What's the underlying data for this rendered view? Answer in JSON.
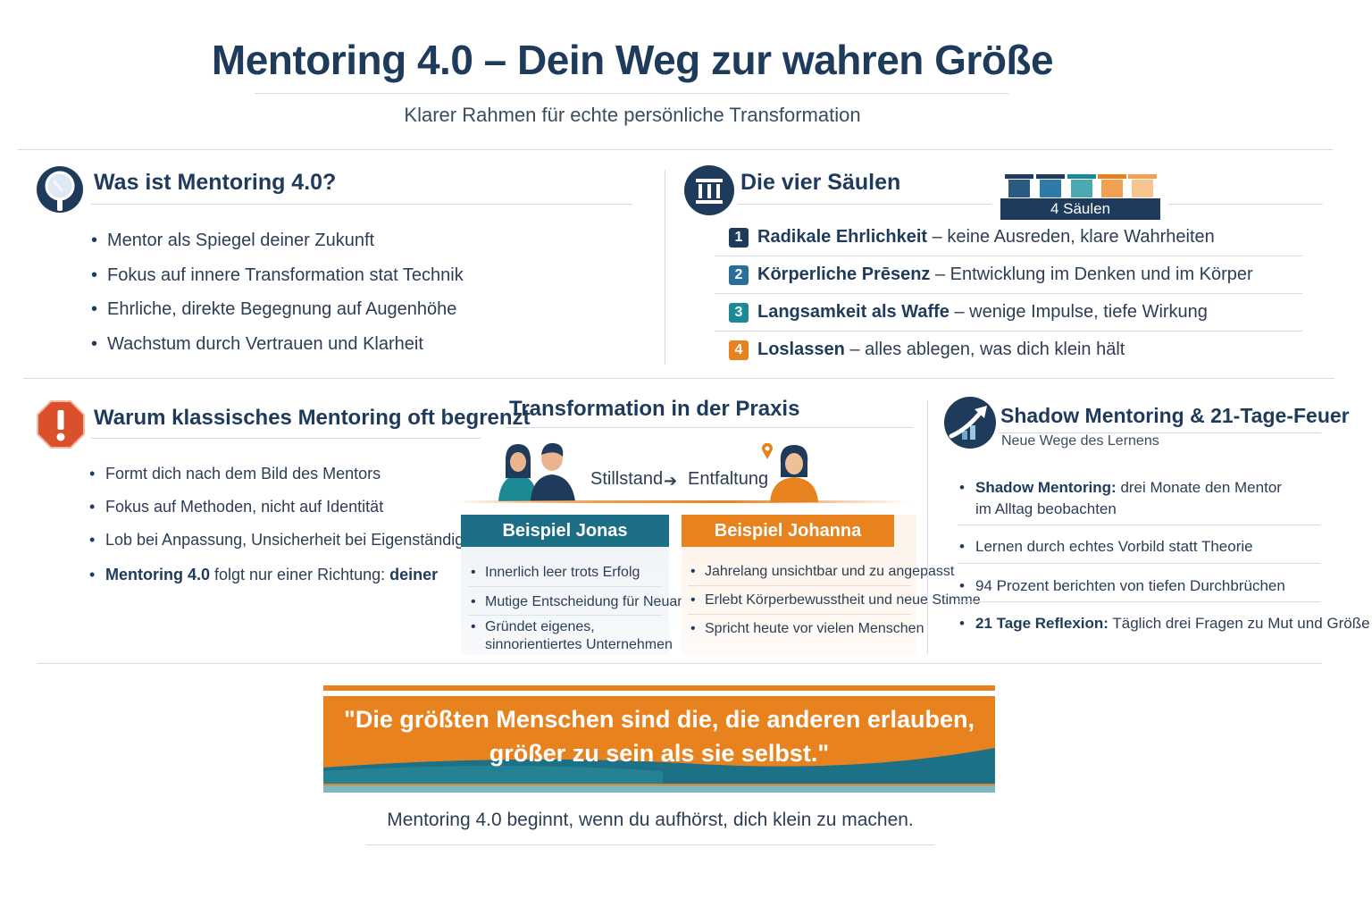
{
  "header": {
    "title": "Mentoring 4.0 – Dein Weg zur wahren Größe",
    "subtitle": "Klarer Rahmen für echte persönliche Transformation"
  },
  "what_is": {
    "title": "Was ist Mentoring 4.0?",
    "items": [
      "Mentor als Spiegel deiner Zukunft",
      "Fokus auf innere Transformation stat Technik",
      "Ehrliche, direkte Begegnung auf Augenhöhe",
      "Wachstum durch Vertrauen und Klarheit"
    ]
  },
  "pillars": {
    "title": "Die vier Säulen",
    "badge": "4 Säulen",
    "items": [
      {
        "num": "1",
        "bold": "Radikale Ehrlichkeit",
        "text": " – keine Ausreden, klare Wahrheiten",
        "color": "#1f3b5c"
      },
      {
        "num": "2",
        "bold": "Körperliche Prēsenz",
        "text": " – Entwicklung im Denken und im Körper",
        "color": "#2a6f9a"
      },
      {
        "num": "3",
        "bold": "Langsamkeit als Waffe",
        "text": " – wenige Impulse, tiefe Wirkung",
        "color": "#1c8a95"
      },
      {
        "num": "4",
        "bold": "Loslassen",
        "text": " – alles ablegen, was dich klein hält",
        "color": "#e8821e"
      }
    ]
  },
  "why": {
    "title": "Warum klassisches Mentoring oft begrenzt",
    "items": [
      "Formt dich nach dem Bild des Mentors",
      "Fokus auf Methoden, nicht auf Identität",
      "Lob bei Anpassung, Unsicherheit bei Eigenständigkeit"
    ],
    "last_bold1": "Mentoring 4.0",
    "last_text": " folgt nur einer Richtung: ",
    "last_bold2": "deiner"
  },
  "praxis": {
    "title": "Transformation in der Praxis",
    "from": "Stillstand",
    "to": "Entfaltung",
    "jonas": {
      "title": "Beispiel Jonas",
      "items": [
        "Innerlich leer trots Erfolg",
        "Mutige Entscheidung für Neuanfang"
      ],
      "item3_line1": "Gründet eigenes,",
      "item3_line2": "sinnorientiertes Unternehmen"
    },
    "johanna": {
      "title": "Beispiel Johanna",
      "items": [
        "Jahrelang unsichtbar und zu angepasst",
        "Erlebt Körperbewusstheit und neue Stimme",
        "Spricht heute vor vielen Menschen"
      ]
    }
  },
  "shadow": {
    "title": "Shadow Mentoring & 21-Tage-Feuer",
    "subtitle": "Neue Wege des Lernens",
    "item1_bold": "Shadow Mentoring:",
    "item1_text": " drei Monate den Mentor",
    "item1_line2": "im Alltag beobachten",
    "item2": "Lernen durch echtes Vorbild statt Theorie",
    "item3": "94 Prozent berichten von tiefen Durchbrüchen",
    "item4_bold": "21 Tage Reflexion:",
    "item4_text": " Täglich drei Fragen zu Mut und Größe"
  },
  "quote": {
    "line1": "\"Die größten Menschen sind die, die anderen erlauben,",
    "line2": "größer zu sein als sie selbst.\""
  },
  "closing": "Mentoring 4.0 beginnt, wenn du aufhörst, dich klein zu machen.",
  "colors": {
    "navy": "#1f3b5c",
    "teal": "#1c6f86",
    "orange": "#e8821e",
    "red": "#d9502a"
  }
}
